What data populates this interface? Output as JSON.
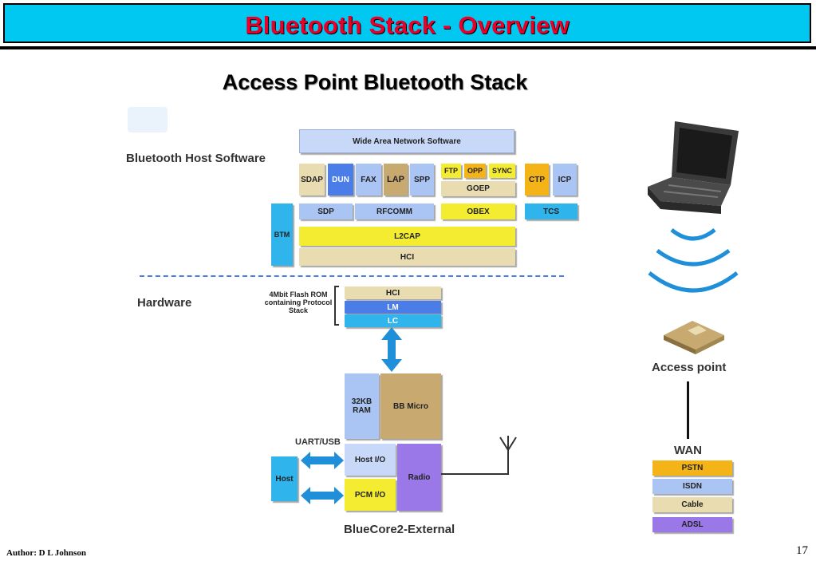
{
  "title": "Bluetooth Stack - Overview",
  "subtitle": "Access Point Bluetooth Stack",
  "footer": {
    "author": "Author: D L Johnson",
    "page": "17"
  },
  "colors": {
    "title_bar": "#00c8f0",
    "title_text": "#e8002a",
    "light_blue": "#aac4f4",
    "blue": "#4a7de8",
    "cyan": "#30b4ec",
    "tan": "#e8dcb0",
    "yellow": "#f4ec30",
    "orange": "#f4b418",
    "khaki": "#c8aa70",
    "purple": "#9a78e8"
  },
  "diagram": {
    "host_software_label": "Bluetooth Host Software",
    "hardware_label": "Hardware",
    "wan_software": "Wide Area Network Software",
    "profiles": [
      "SDAP",
      "DUN",
      "FAX",
      "LAP",
      "SPP"
    ],
    "profiles2": [
      "FTP",
      "OPP",
      "SYNC"
    ],
    "goep": "GOEP",
    "ctp": "CTP",
    "icp": "ICP",
    "sdp": "SDP",
    "rfcomm": "RFCOMM",
    "obex": "OBEX",
    "tcs": "TCS",
    "btm": "BTM",
    "l2cap": "L2CAP",
    "hci_host": "HCI",
    "flash_rom_label": "4Mbit Flash ROM containing Protocol Stack",
    "hci_hw": "HCI",
    "lm": "LM",
    "lc": "LC",
    "ram": "32KB RAM",
    "bb_micro": "BB Micro",
    "uart_usb": "UART/USB",
    "host": "Host",
    "host_io": "Host I/O",
    "pcm_io": "PCM I/O",
    "radio": "Radio",
    "bluecore": "BlueCore2-External",
    "access_point": "Access point",
    "wan": "WAN",
    "wan_items": [
      "PSTN",
      "ISDN",
      "Cable",
      "ADSL"
    ]
  },
  "icons": [
    "laptop-icon",
    "wireless-waves-icon",
    "access-point-device-icon",
    "antenna-icon"
  ]
}
